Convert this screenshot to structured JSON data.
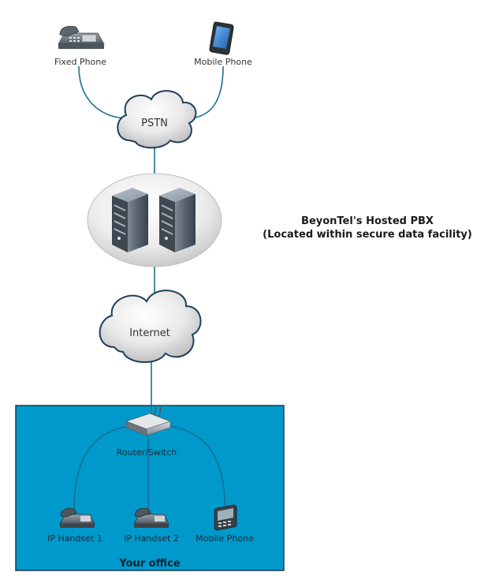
{
  "top_devices": {
    "fixed_phone": "Fixed Phone",
    "mobile_phone": "Mobile Phone"
  },
  "clouds": {
    "pstn": "PSTN",
    "internet": "Internet"
  },
  "pbx": {
    "title_line1": "BeyonTel's Hosted PBX",
    "title_line2": "(Located within secure data facility)"
  },
  "office": {
    "title": "Your office",
    "router": "Router/Switch",
    "handset1": "IP Handset 1",
    "handset2": "IP Handset 2",
    "mobile": "Mobile Phone"
  },
  "colors": {
    "link": "#1a6e8e",
    "office_bg": "#0099cc",
    "cloud_fill": "#e6e6e6",
    "server_body": "#5a6570"
  }
}
